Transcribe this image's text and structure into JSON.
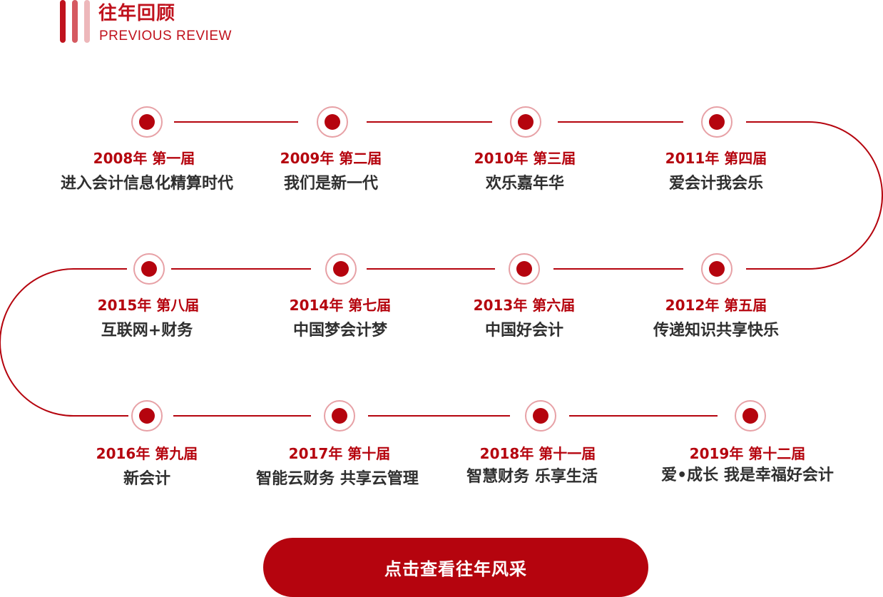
{
  "header": {
    "title": "往年回顾",
    "subtitle": "PREVIOUS REVIEW"
  },
  "colors": {
    "accent": "#b5040e",
    "ring": "#e7a1a6",
    "text": "#2f2f2f"
  },
  "timeline": [
    {
      "year_label": "2008年 第一届",
      "theme": "进入会计信息化精算时代"
    },
    {
      "year_label": "2009年 第二届",
      "theme": "我们是新一代"
    },
    {
      "year_label": "2010年 第三届",
      "theme": "欢乐嘉年华"
    },
    {
      "year_label": "2011年 第四届",
      "theme": "爱会计我会乐"
    },
    {
      "year_label": "2012年 第五届",
      "theme": "传递知识共享快乐"
    },
    {
      "year_label": "2013年 第六届",
      "theme": "中国好会计"
    },
    {
      "year_label": "2014年 第七届",
      "theme": "中国梦会计梦"
    },
    {
      "year_label": "2015年 第八届",
      "theme": "互联网+财务"
    },
    {
      "year_label": "2016年 第九届",
      "theme": "新会计"
    },
    {
      "year_label": "2017年 第十届",
      "theme": "智能云财务 共享云管理"
    },
    {
      "year_label": "2018年 第十一届",
      "theme": "智慧财务 乐享生活"
    },
    {
      "year_label": "2019年 第十二届",
      "theme": "爱•成长 我是幸福好会计"
    }
  ],
  "cta": {
    "label": "点击查看往年风采"
  }
}
